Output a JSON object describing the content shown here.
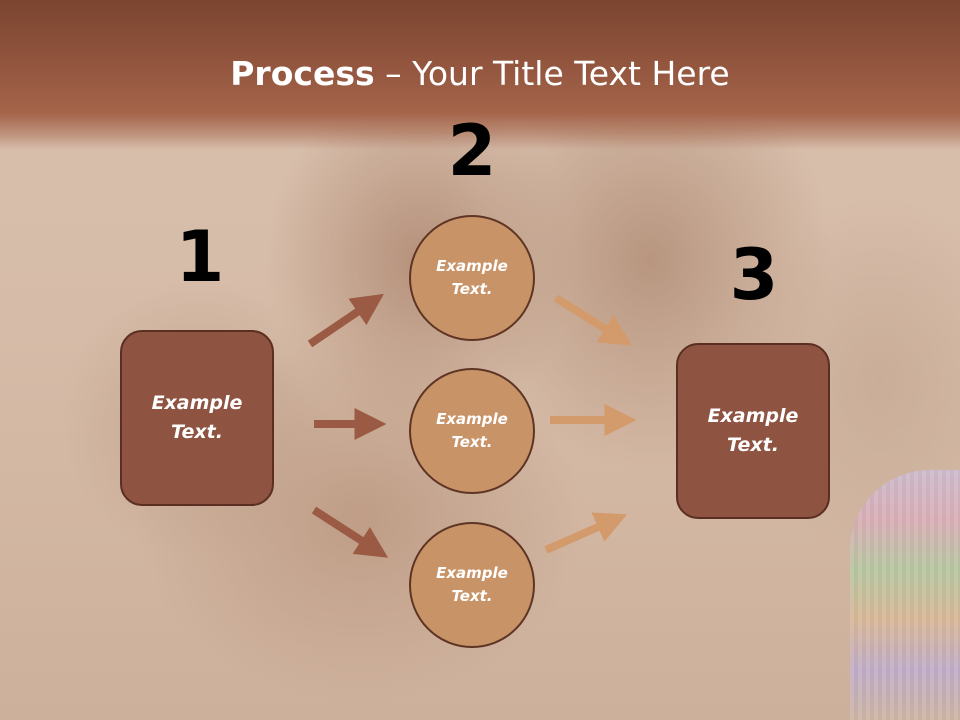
{
  "title": {
    "bold": "Process",
    "rest": " – Your Title Text Here"
  },
  "numbers": [
    "1",
    "2",
    "3"
  ],
  "left_box": {
    "text": "Example\nText."
  },
  "right_box": {
    "text": "Example\nText."
  },
  "circles": [
    {
      "text": "Example Text."
    },
    {
      "text": "Example Text."
    },
    {
      "text": "Example Text."
    }
  ],
  "colors": {
    "box_fill": "#8e5341",
    "circle_fill": "#c99368",
    "arrow_dark": "#9b5a44",
    "arrow_light": "#d39a6c"
  }
}
